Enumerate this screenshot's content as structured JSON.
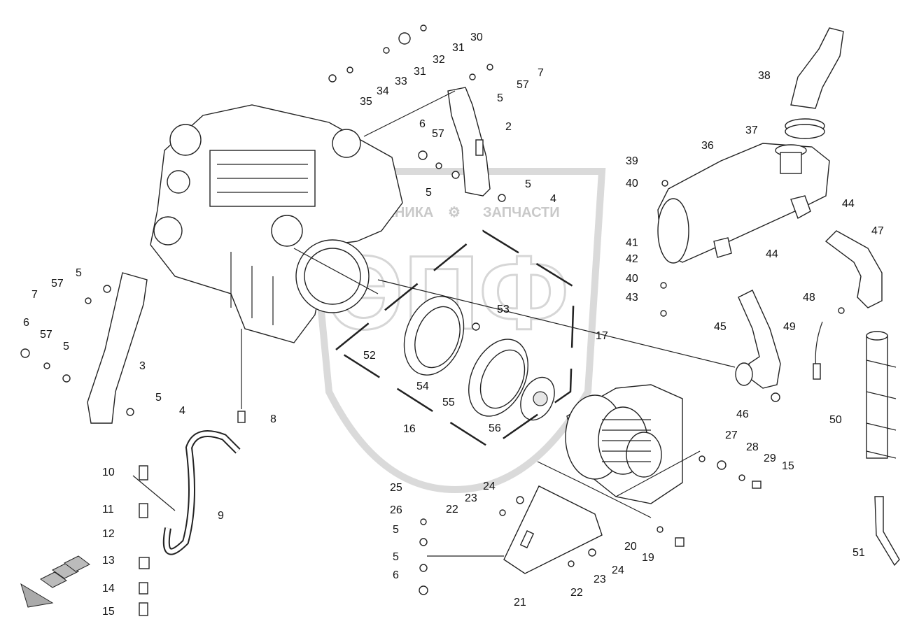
{
  "watermark": {
    "brand_left": "ТЕХНИКА",
    "brand_right": "ЗАПЧАСТИ",
    "big_letters": "ЭПФ"
  },
  "callouts": [
    "30",
    "31",
    "32",
    "31",
    "33",
    "34",
    "35",
    "7",
    "57",
    "5",
    "2",
    "6",
    "57",
    "5",
    "5",
    "4",
    "5",
    "57",
    "7",
    "6",
    "57",
    "5",
    "3",
    "5",
    "4",
    "8",
    "9",
    "10",
    "11",
    "12",
    "13",
    "14",
    "15",
    "36",
    "37",
    "38",
    "39",
    "40",
    "41",
    "42",
    "40",
    "43",
    "44",
    "44",
    "47",
    "45",
    "46",
    "48",
    "49",
    "50",
    "51",
    "53",
    "17",
    "52",
    "54",
    "55",
    "16",
    "56",
    "27",
    "28",
    "29",
    "15",
    "25",
    "26",
    "5",
    "5",
    "6",
    "24",
    "23",
    "22",
    "21",
    "20",
    "19",
    "24",
    "23",
    "22"
  ],
  "colors": {
    "line": "#222222",
    "watermark": "#cccccc",
    "background": "#ffffff"
  }
}
